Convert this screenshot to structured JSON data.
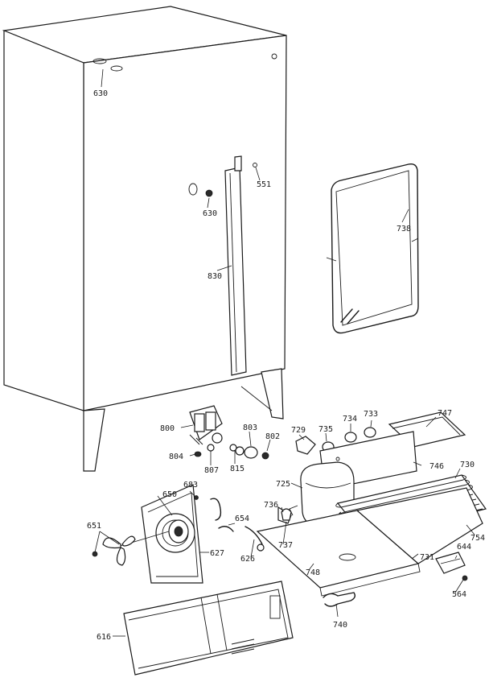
{
  "diagram": {
    "labels": {
      "p630a": "630",
      "p630b": "630",
      "p551": "551",
      "p830": "830",
      "p738": "738",
      "p800": "800",
      "p804": "804",
      "p807": "807",
      "p815": "815",
      "p803": "803",
      "p802": "802",
      "p729": "729",
      "p735": "735",
      "p734": "734",
      "p733": "733",
      "p747": "747",
      "p746": "746",
      "p730": "730",
      "p725": "725",
      "p736": "736",
      "p754": "754",
      "p644": "644",
      "p564": "564",
      "p731": "731",
      "p748": "748",
      "p737": "737",
      "p626": "626",
      "p654": "654",
      "p683": "683",
      "p650": "650",
      "p651": "651",
      "p627": "627",
      "p616": "616",
      "p740": "740"
    }
  }
}
